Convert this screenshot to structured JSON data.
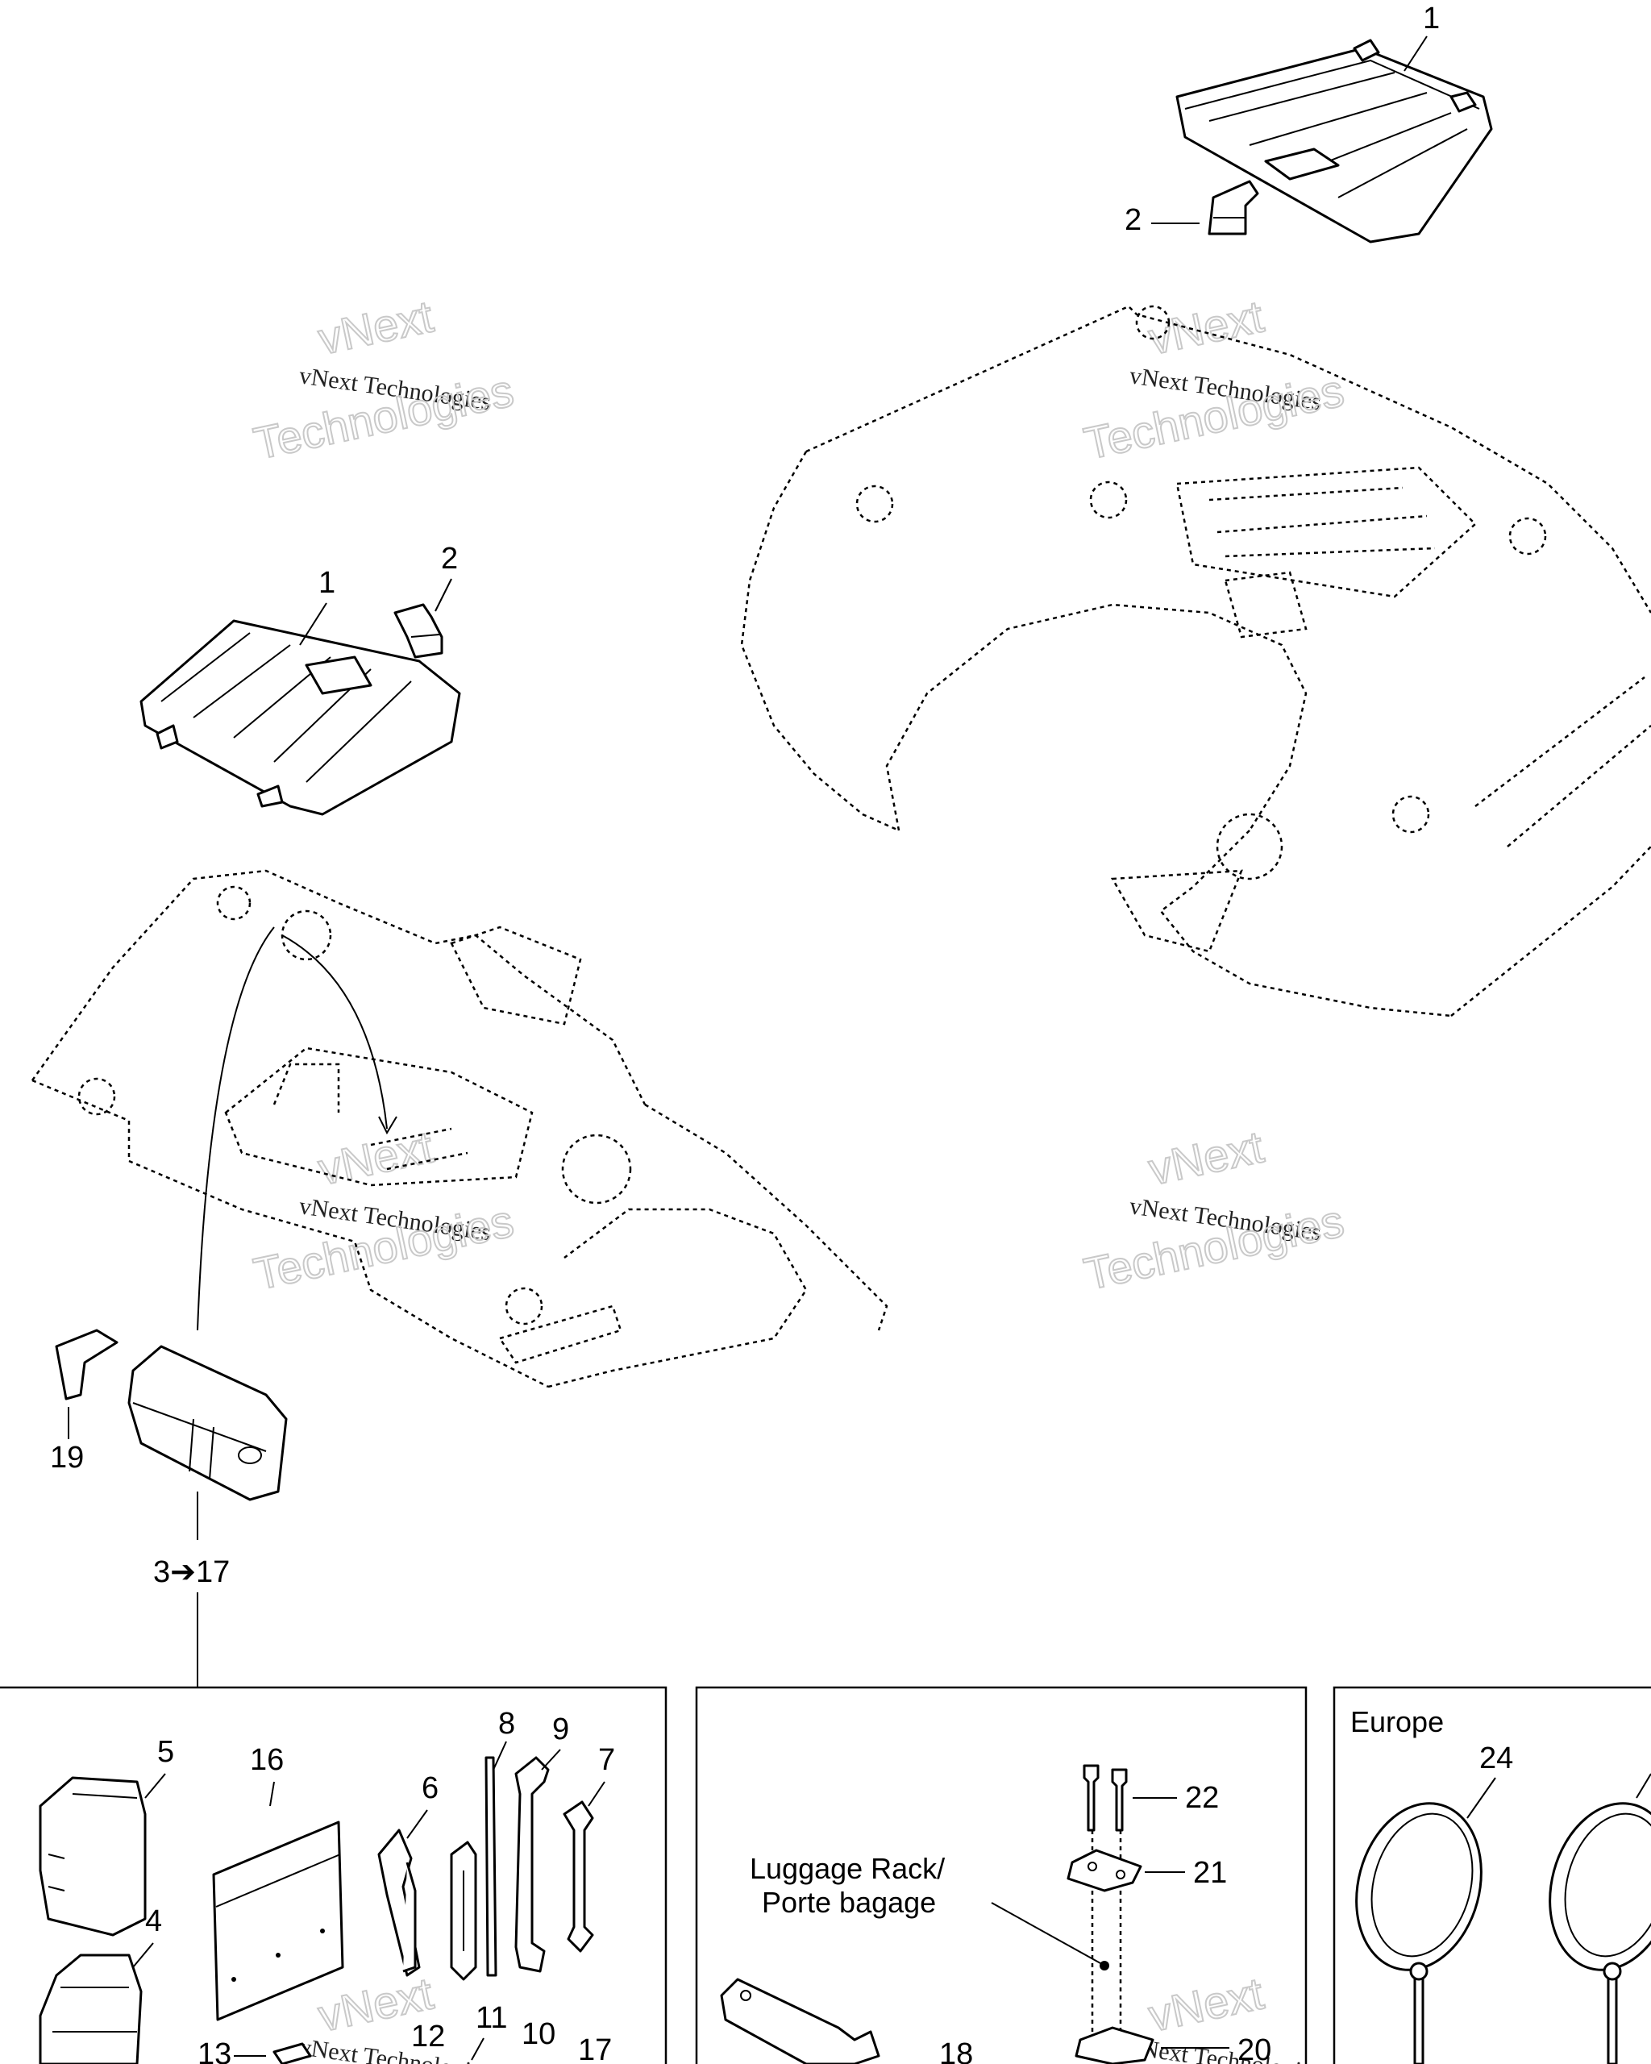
{
  "watermark": {
    "line1": "vNext",
    "line2": "vNext Technologies",
    "line3": "Technologies"
  },
  "callouts": {
    "c1_top": "1",
    "c2_top": "2",
    "c1_left": "1",
    "c2_left": "2",
    "c19": "19",
    "range": "3➔17",
    "c5": "5",
    "c16": "16",
    "c8": "8",
    "c9": "9",
    "c6": "6",
    "c7": "7",
    "c4": "4",
    "c13": "13",
    "c12": "12",
    "c11": "11",
    "c10": "10",
    "c17": "17",
    "c22": "22",
    "c21": "21",
    "c20": "20",
    "c18": "18",
    "c24": "24"
  },
  "captions": {
    "luggage_line1": "Luggage Rack/",
    "luggage_line2": "Porte bagage",
    "europe": "Europe"
  }
}
